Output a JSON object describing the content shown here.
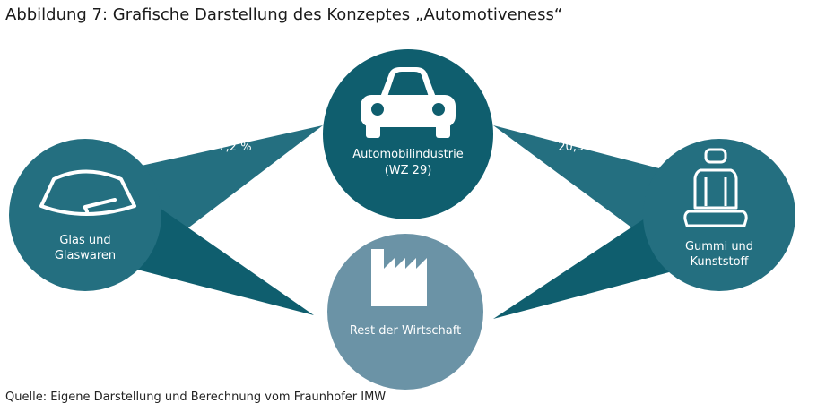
{
  "title": "Abbildung 7: Grafische Darstellung des Konzeptes „Automotiveness“",
  "source": "Quelle: Eigene Darstellung und Berechnung vom Fraunhofer IMW",
  "colors": {
    "dark_teal": "#0f5e6e",
    "mid_teal": "#246f80",
    "light_blue_gray": "#6b93a6",
    "white": "#ffffff"
  },
  "nodes": {
    "automobil": {
      "line1": "Automobilindustrie",
      "line2": "(WZ 29)",
      "icon": "car-icon"
    },
    "glas": {
      "line1": "Glas und",
      "line2": "Glaswaren",
      "icon": "windshield-wiper-icon"
    },
    "gummi": {
      "line1": "Gummi und",
      "line2": "Kunststoff",
      "icon": "car-seat-icon"
    },
    "rest": {
      "line1": "Rest der Wirtschaft",
      "icon": "factory-icon"
    }
  },
  "connections": {
    "glas_to_auto": "7,2 %",
    "gummi_to_auto": "20,5 %"
  }
}
